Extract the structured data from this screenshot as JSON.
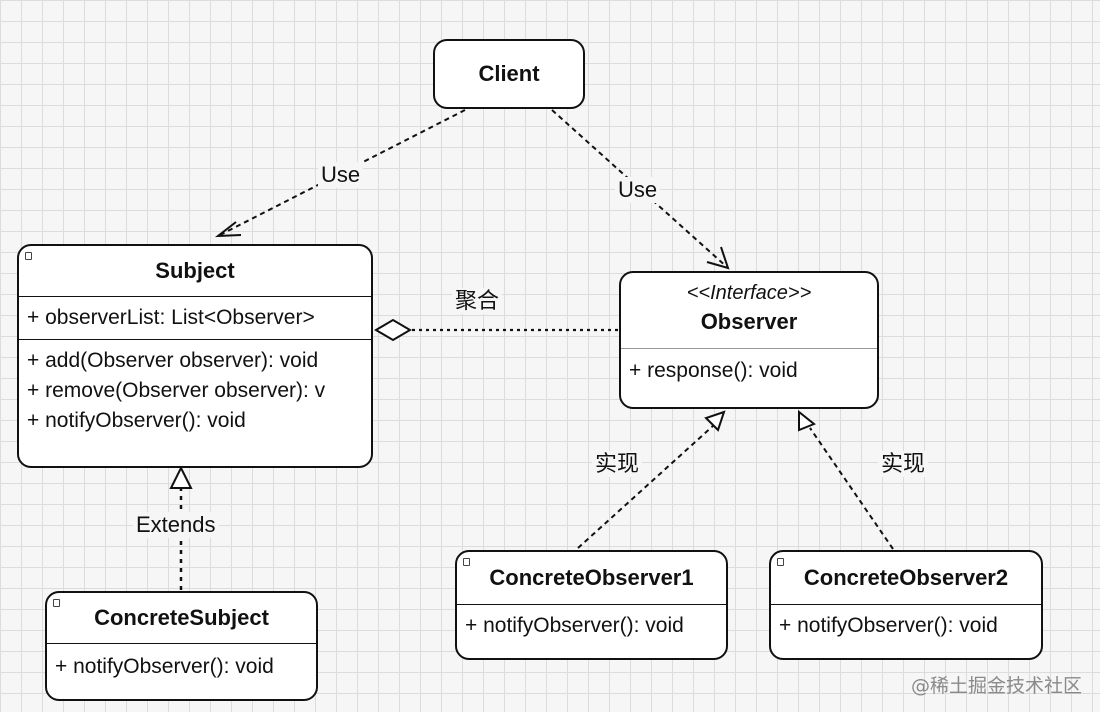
{
  "client": {
    "title": "Client"
  },
  "subject": {
    "title": "Subject",
    "attributes": [
      "+ observerList: List<Observer>"
    ],
    "operations": [
      "+ add(Observer observer): void",
      "+ remove(Observer observer): v",
      "+ notifyObserver(): void"
    ]
  },
  "observer": {
    "stereotype": "<<Interface>>",
    "title": "Observer",
    "operations": [
      "+ response(): void"
    ]
  },
  "concrete_subject": {
    "title": "ConcreteSubject",
    "operations": [
      "+ notifyObserver(): void"
    ]
  },
  "concrete_observer_1": {
    "title": "ConcreteObserver1",
    "operations": [
      "+ notifyObserver(): void"
    ]
  },
  "concrete_observer_2": {
    "title": "ConcreteObserver2",
    "operations": [
      "+ notifyObserver(): void"
    ]
  },
  "edges": {
    "client_subject": "Use",
    "client_observer": "Use",
    "aggregation": "聚合",
    "extends": "Extends",
    "realize_1": "实现",
    "realize_2": "实现"
  },
  "watermark": "@稀土掘金技术社区"
}
